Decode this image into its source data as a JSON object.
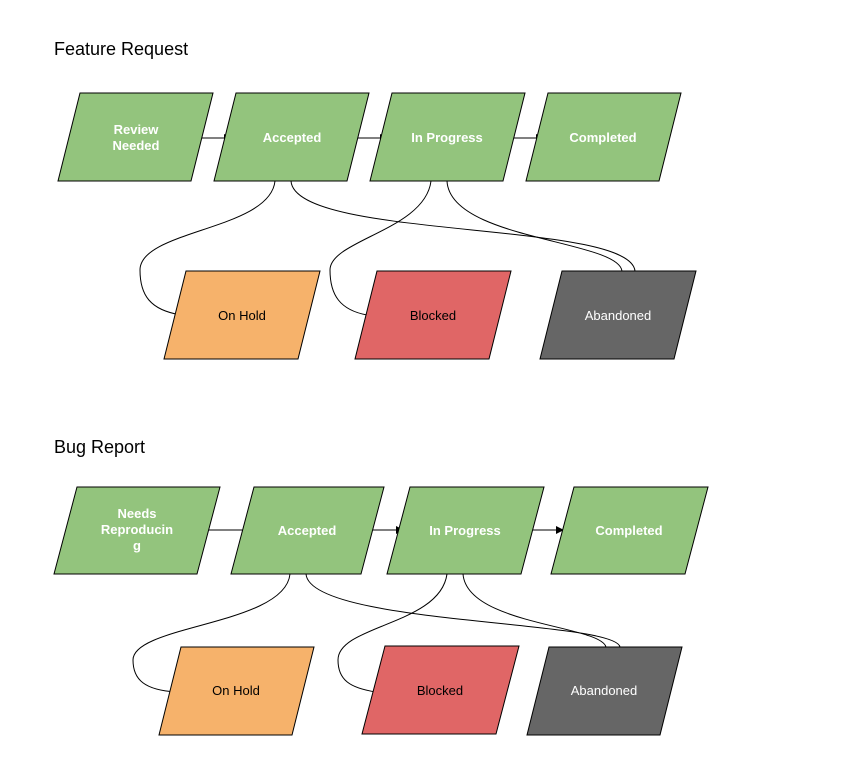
{
  "colors": {
    "green": "#93c47d",
    "orange": "#f6b26b",
    "red": "#e06666",
    "gray": "#666666",
    "stroke": "#000000",
    "white_text": "#ffffff",
    "dark_text": "#000000"
  },
  "diagrams": [
    {
      "title": "Feature Request",
      "main_states": [
        {
          "label_lines": [
            "Review",
            "Needed"
          ]
        },
        {
          "label_lines": [
            "Accepted"
          ]
        },
        {
          "label_lines": [
            "In Progress"
          ]
        },
        {
          "label_lines": [
            "Completed"
          ]
        }
      ],
      "side_states": [
        {
          "label": "On Hold"
        },
        {
          "label": "Blocked"
        },
        {
          "label": "Abandoned"
        }
      ]
    },
    {
      "title": "Bug Report",
      "main_states": [
        {
          "label_lines": [
            "Needs",
            "Reproducin",
            "g"
          ]
        },
        {
          "label_lines": [
            "Accepted"
          ]
        },
        {
          "label_lines": [
            "In Progress"
          ]
        },
        {
          "label_lines": [
            "Completed"
          ]
        }
      ],
      "side_states": [
        {
          "label": "On Hold"
        },
        {
          "label": "Blocked"
        },
        {
          "label": "Abandoned"
        }
      ]
    }
  ]
}
